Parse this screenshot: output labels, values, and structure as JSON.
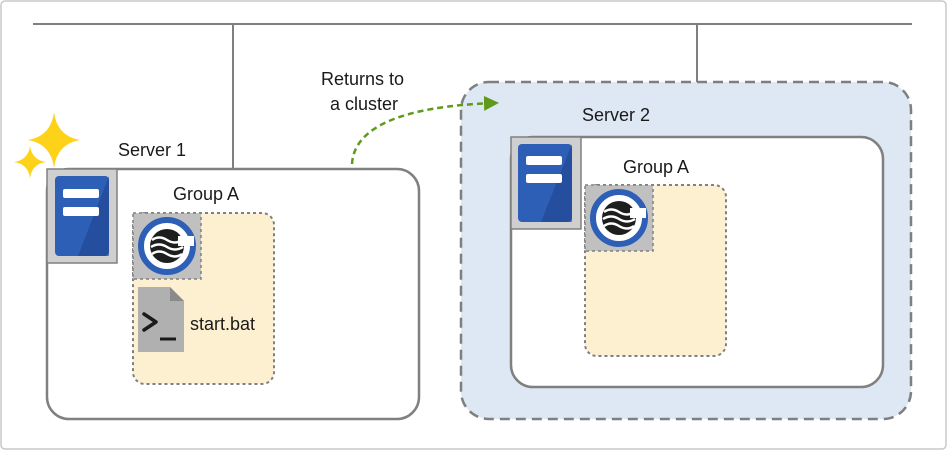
{
  "labels": {
    "server1": "Server 1",
    "server2": "Server 2",
    "group1": "Group A",
    "group2": "Group A",
    "file": "start.bat",
    "arrow_line1": "Returns to",
    "arrow_line2": "a cluster"
  },
  "colors": {
    "frame_border": "#c8c8c8",
    "network_line": "#7f7f7f",
    "box_border": "#808080",
    "highlight_fill": "#dde8f4",
    "group_fill": "#fdf0d0",
    "server_blue": "#2d5fb6",
    "server_dark": "#1f3f8a",
    "icon_bg": "#c0c0c0",
    "arrow": "#5f9a1a",
    "star": "#ffd21a",
    "file_gray": "#b0b0b0"
  },
  "icons": {
    "server1": "server-icon",
    "server2": "server-icon",
    "cluster1": "cluster-logo-icon",
    "cluster2": "cluster-logo-icon",
    "file": "script-file-icon",
    "sparkle": "sparkle-icon"
  }
}
